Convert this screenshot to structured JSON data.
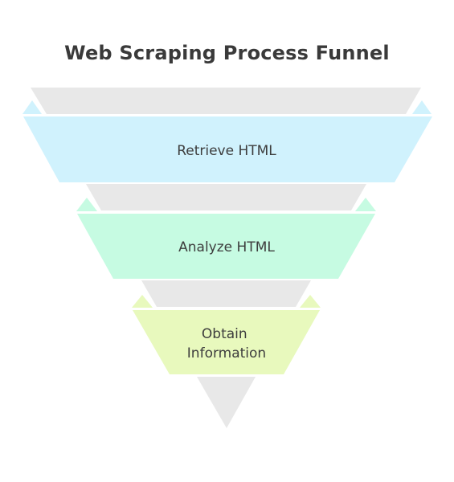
{
  "title": "Web Scraping Process Funnel",
  "stages": [
    {
      "lines": [
        "Retrieve HTML"
      ],
      "color": "#d0f2fd",
      "shadow": "#e8e8e8"
    },
    {
      "lines": [
        "Analyze HTML"
      ],
      "color": "#c6fbe2",
      "shadow": "#e8e8e8"
    },
    {
      "lines": [
        "Obtain",
        "Information"
      ],
      "color": "#e8f9bd",
      "shadow": "#e8e8e8"
    }
  ],
  "tip_color": "#e8e8e8"
}
